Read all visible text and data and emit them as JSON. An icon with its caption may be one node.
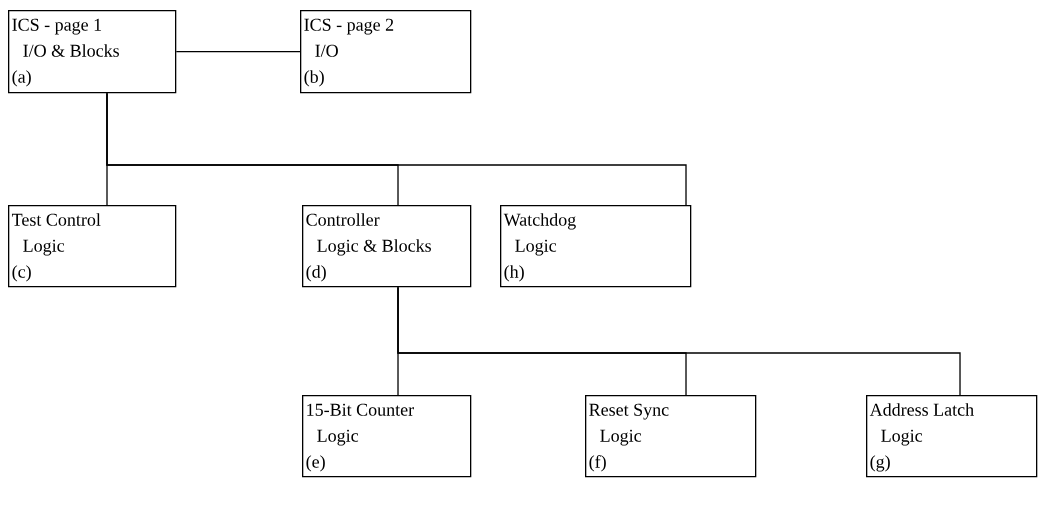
{
  "diagram": {
    "nodes": [
      {
        "text": [
          "ICS - page 1",
          "I/O & Blocks",
          "(a)"
        ]
      },
      {
        "text": [
          "ICS - page 2",
          "I/O",
          "(b)"
        ]
      },
      {
        "text": [
          "Test Control",
          "Logic",
          "(c)"
        ]
      },
      {
        "text": [
          "Controller",
          "Logic & Blocks",
          "(d)"
        ]
      },
      {
        "text": [
          "Watchdog",
          "Logic",
          "(h)"
        ]
      },
      {
        "text": [
          "15-Bit Counter",
          "Logic",
          "(e)"
        ]
      },
      {
        "text": [
          "Reset Sync",
          "Logic",
          "(f)"
        ]
      },
      {
        "text": [
          "Address Latch",
          "Logic",
          "(g)"
        ]
      }
    ],
    "edges": [
      {
        "from": 0,
        "to": 1,
        "arrow": "none"
      },
      {
        "from": 0,
        "to": 2,
        "arrow": "none"
      },
      {
        "from": 0,
        "to": 3,
        "arrow": "none"
      },
      {
        "from": 0,
        "to": 4,
        "arrow": "none"
      },
      {
        "from": 3,
        "to": 5,
        "arrow": "none"
      },
      {
        "from": 3,
        "to": 6,
        "arrow": "none"
      },
      {
        "from": 3,
        "to": 7,
        "arrow": "none"
      }
    ]
  }
}
